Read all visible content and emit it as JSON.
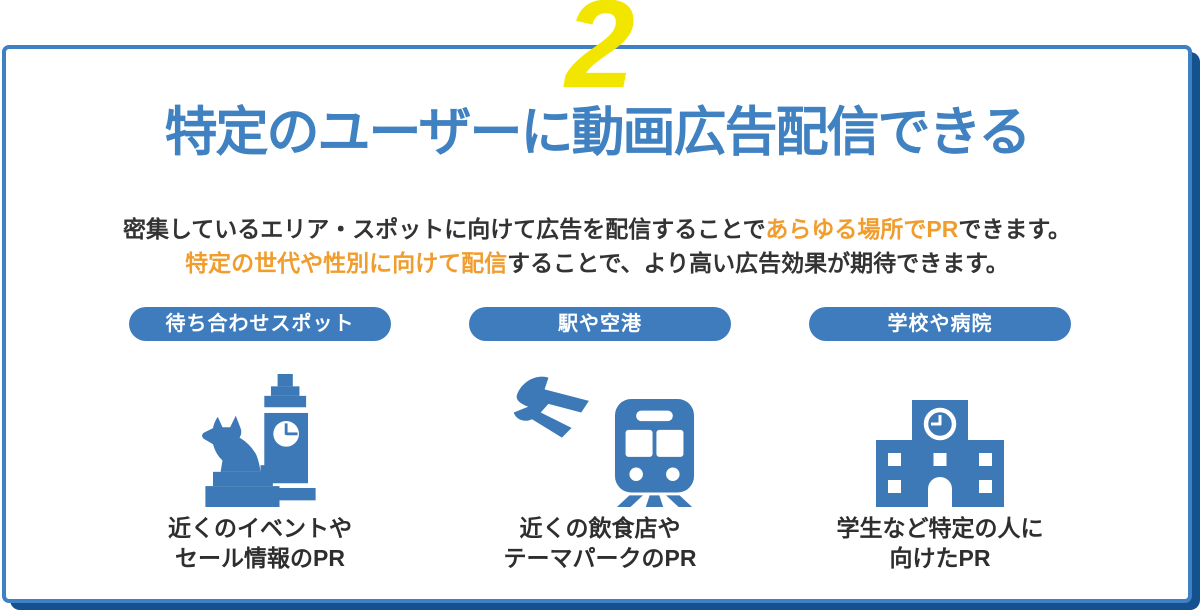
{
  "badge_number": "2",
  "title": "特定のユーザーに動画広告配信できる",
  "intro": {
    "line1_pre": "密集しているエリア・スポットに向けて広告を配信することで",
    "line1_highlight": "あらゆる場所でPR",
    "line1_post": "できます。",
    "line2_highlight": "特定の世代や性別に向けて配信",
    "line2_post": "することで、より高い広告効果が期待できます。"
  },
  "columns": [
    {
      "badge": "待ち合わせスポット",
      "icon": "dog-statue-clock-tower-icon",
      "caption_line1": "近くのイベントや",
      "caption_line2": "セール情報のPR"
    },
    {
      "badge": "駅や空港",
      "icon": "airplane-train-icon",
      "caption_line1": "近くの飲食店や",
      "caption_line2": "テーマパークのPR"
    },
    {
      "badge": "学校や病院",
      "icon": "school-building-icon",
      "caption_line1": "学生など特定の人に",
      "caption_line2": "向けたPR"
    }
  ],
  "colors": {
    "number_yellow": "#f2e600",
    "headline_blue": "#3f81c1",
    "card_border_blue": "#3d80c4",
    "backing_navy": "#14518f",
    "pill_blue": "#3e7cbd",
    "icon_blue": "#3d79b6",
    "text_dark": "#333333",
    "highlight_orange": "#f09d2e",
    "card_background": "#ffffff"
  }
}
